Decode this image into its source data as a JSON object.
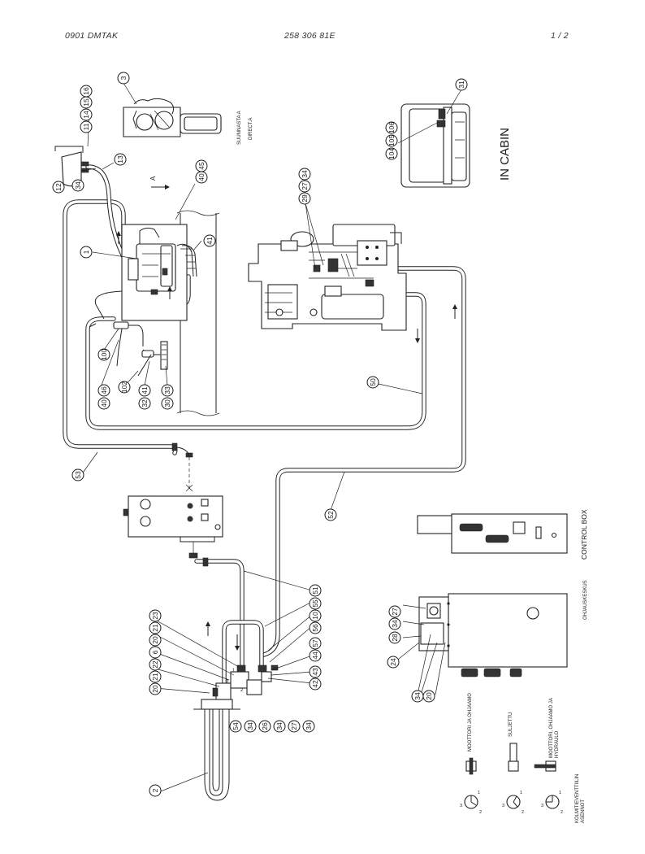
{
  "header": {
    "left": "0901   DMTAK",
    "center": "258 306 81E",
    "right": "1  /  2"
  },
  "labels": {
    "in_cabin": "IN CABIN",
    "control_box": "CONTROL BOX",
    "ohjauskeskus": "OHJAUSKESKUS",
    "suunnasta_a": "SUUNNASTA A",
    "direct_a": "DIRECT.A",
    "arrow_a": "A",
    "moottori_ohjaamo": "MOOTTORI JA OHJAAMO",
    "suljettu": "SULJETTU",
    "moottori_ohjaamo_hydraulo_1": "MOOTTORI, OHJAAMO JA",
    "moottori_ohjaamo_hydraulo_2": "HYDRAULO",
    "kolmitieventtiilin": "KOLMITIEVENTTIILIN",
    "asennot": "ASENNOT"
  },
  "valve_marks": [
    "3",
    "1",
    "2"
  ],
  "bubbles": [
    "1",
    "2",
    "3",
    "12",
    "13",
    "34",
    "11",
    "14",
    "15",
    "16",
    "40",
    "45",
    "41",
    "100",
    "102",
    "104",
    "105",
    "106",
    "31",
    "30",
    "33",
    "32",
    "41",
    "40",
    "46",
    "29",
    "27",
    "34",
    "50",
    "53",
    "52",
    "51",
    "55",
    "10",
    "56",
    "57",
    "44",
    "43",
    "42",
    "54",
    "34",
    "26",
    "34",
    "27",
    "34",
    "23",
    "21",
    "20",
    "6",
    "22",
    "21",
    "20",
    "24",
    "28",
    "34",
    "27",
    "34",
    "20"
  ],
  "colors": {
    "line": "#222222",
    "background": "#ffffff"
  }
}
